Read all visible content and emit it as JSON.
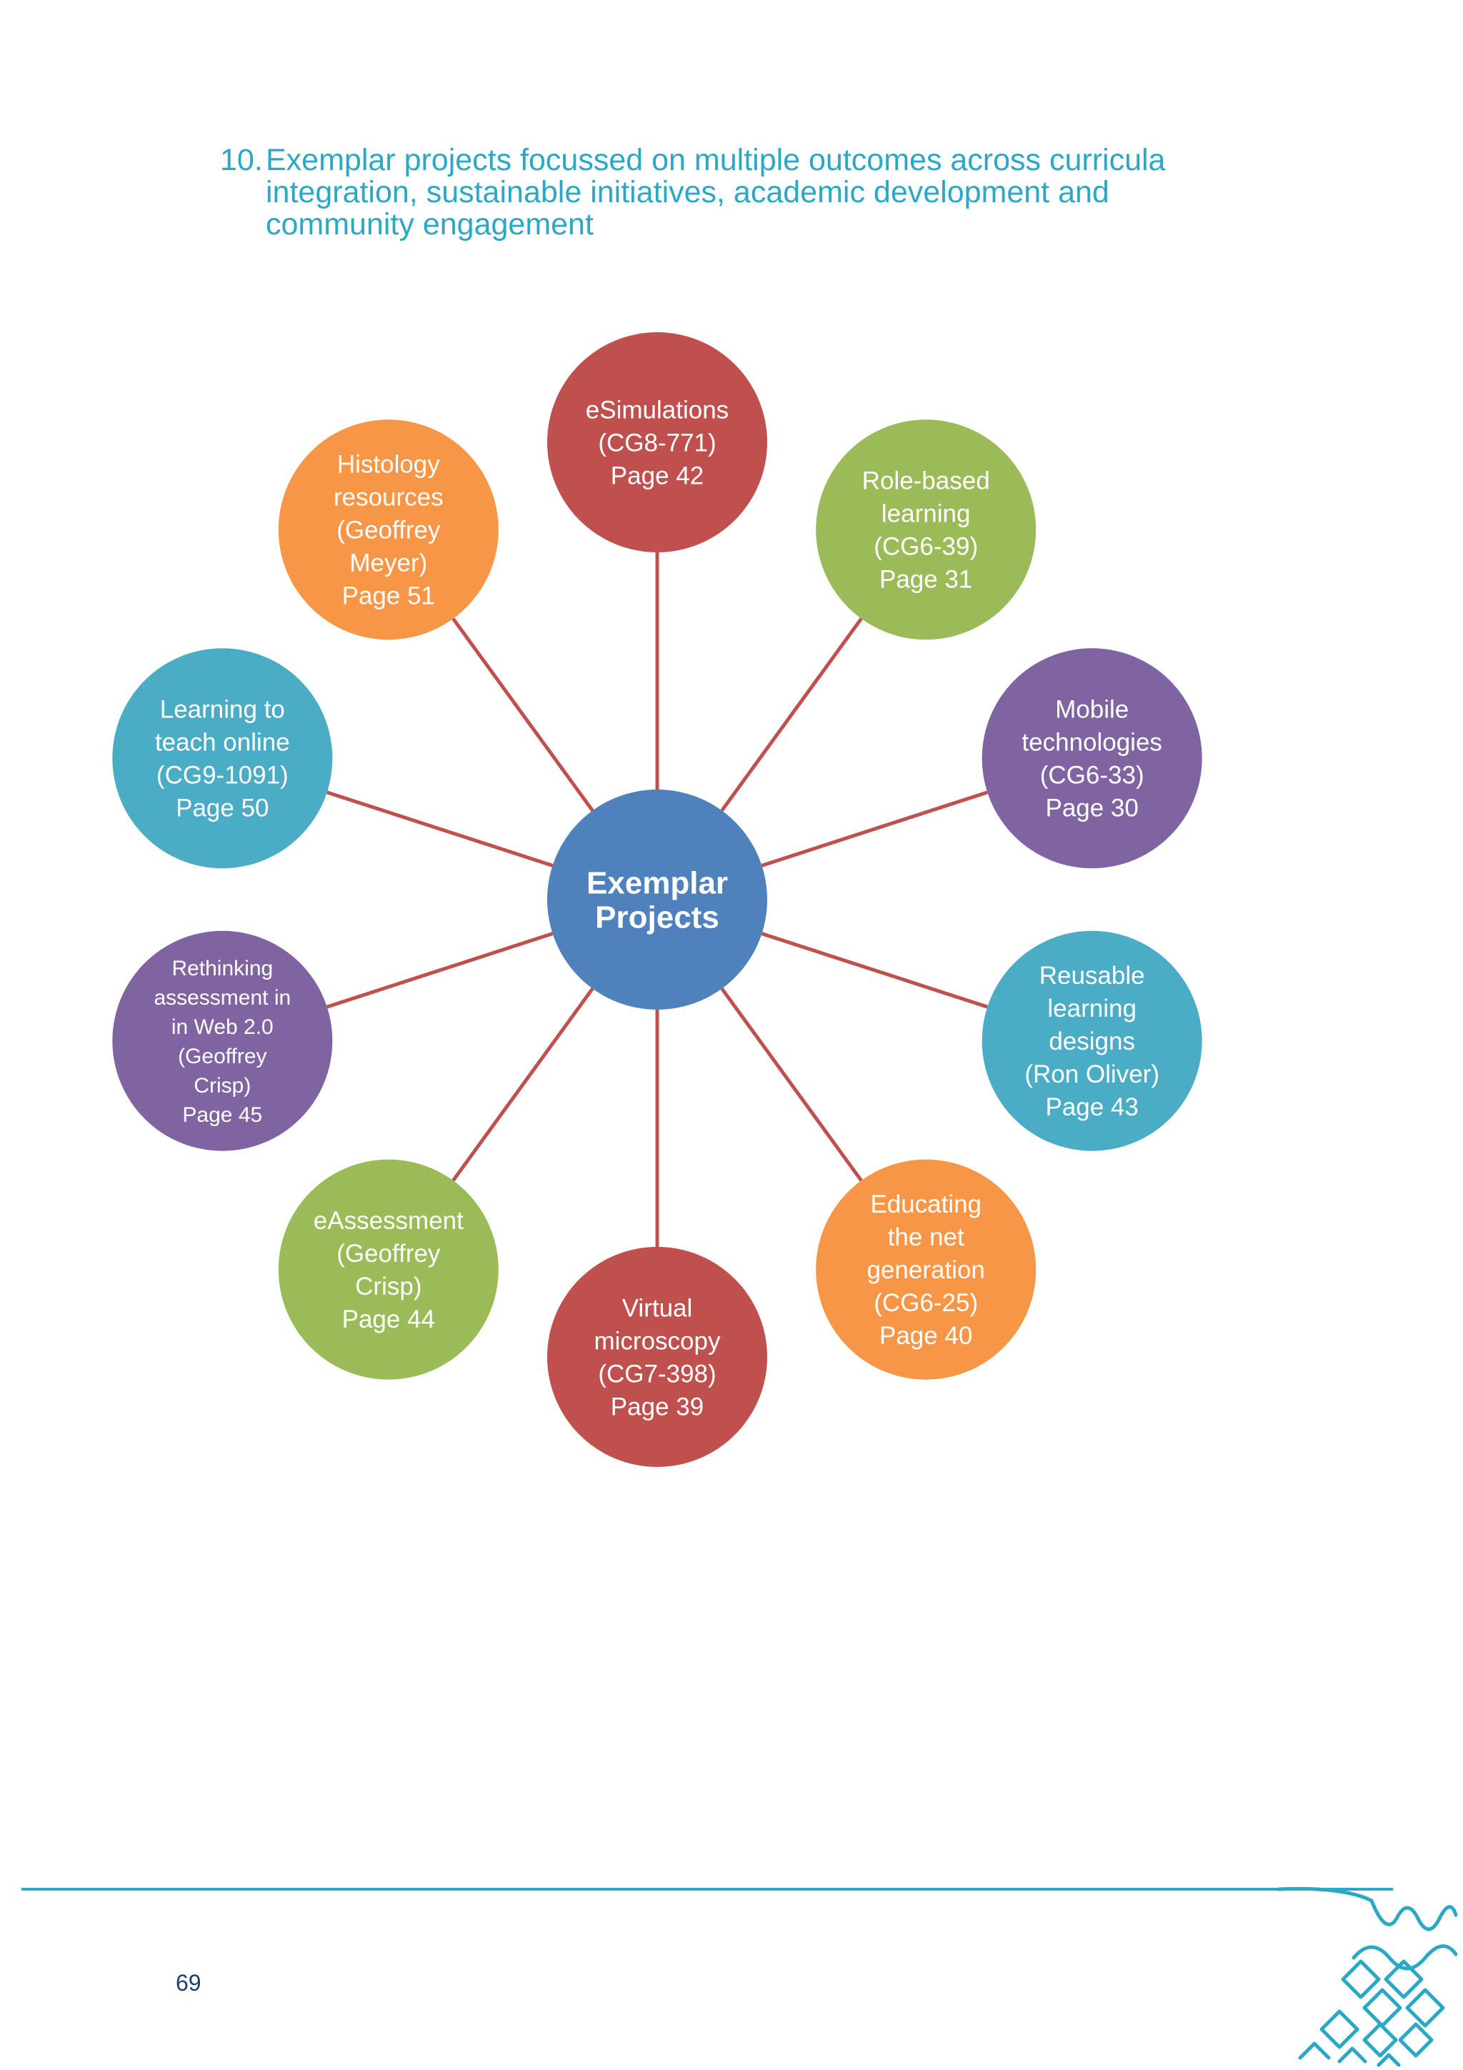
{
  "heading": {
    "number": "10.",
    "lines": [
      "Exemplar projects focussed on multiple outcomes across curricula",
      "integration, sustainable initiatives, academic development and",
      "community engagement"
    ]
  },
  "diagram": {
    "center": {
      "lines": [
        "Exemplar",
        "Projects"
      ],
      "color": "#4f81bd"
    },
    "connector_color": "#c0504d",
    "nodes": [
      {
        "id": "esimulations",
        "color": "#c0504d",
        "lines": [
          "eSimulations",
          "(CG8-771)",
          "Page 42"
        ]
      },
      {
        "id": "role-based-learning",
        "color": "#9bbb59",
        "lines": [
          "Role-based",
          "learning",
          "(CG6-39)",
          "Page 31"
        ]
      },
      {
        "id": "mobile-technologies",
        "color": "#8064a2",
        "lines": [
          "Mobile",
          "technologies",
          "(CG6-33)",
          "Page 30"
        ]
      },
      {
        "id": "reusable-learning-designs",
        "color": "#4bacc6",
        "lines": [
          "Reusable",
          "learning",
          "designs",
          "(Ron Oliver)",
          "Page 43"
        ]
      },
      {
        "id": "educating-the-net-generation",
        "color": "#f79646",
        "lines": [
          "Educating",
          "the net",
          "generation",
          "(CG6-25)",
          "Page 40"
        ]
      },
      {
        "id": "virtual-microscopy",
        "color": "#c0504d",
        "lines": [
          "Virtual",
          "microscopy",
          "(CG7-398)",
          "Page 39"
        ]
      },
      {
        "id": "eassessment",
        "color": "#9bbb59",
        "lines": [
          "eAssessment",
          "(Geoffrey",
          "Crisp)",
          "Page 44"
        ]
      },
      {
        "id": "rethinking-assessment",
        "color": "#8064a2",
        "lines": [
          "Rethinking",
          "assessment in",
          "in Web 2.0",
          "(Geoffrey",
          "Crisp)",
          "Page 45"
        ]
      },
      {
        "id": "learning-to-teach-online",
        "color": "#4bacc6",
        "lines": [
          "Learning to",
          "teach online",
          "(CG9-1091)",
          "Page 50"
        ]
      },
      {
        "id": "histology-resources",
        "color": "#f79646",
        "lines": [
          "Histology",
          "resources",
          "(Geoffrey",
          "Meyer)",
          "Page 51"
        ]
      }
    ]
  },
  "footer": {
    "page_number": "69",
    "accent_color": "#2ba8c5"
  }
}
